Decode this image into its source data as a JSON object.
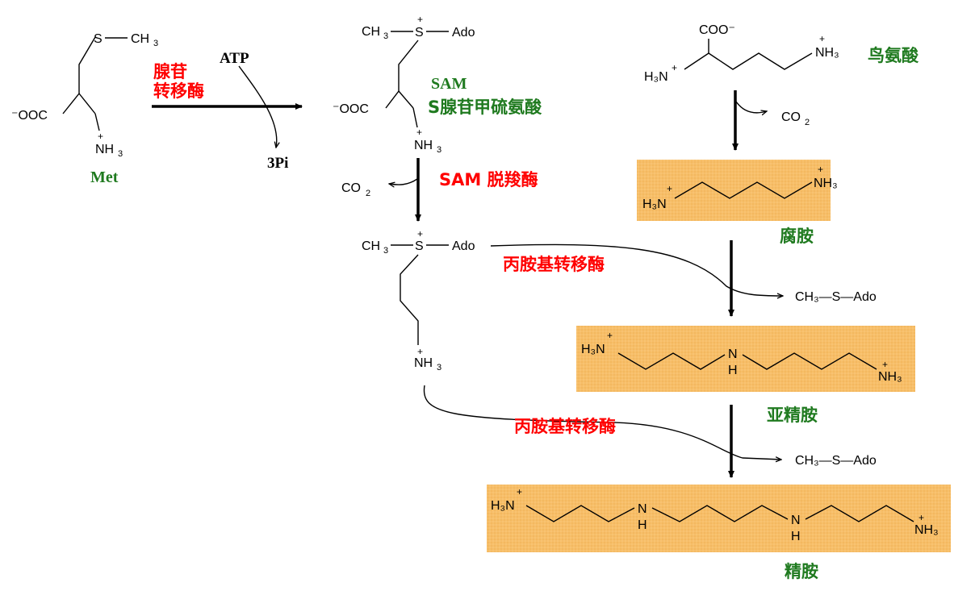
{
  "colors": {
    "enzyme": "#ff0000",
    "compound": "#1f7a1f",
    "box_fill": "#f7be68"
  },
  "met": {
    "label": "Met",
    "s_group": "S",
    "methyl": "CH",
    "methyl_sub": "3",
    "carboxyl": "⁻OOC",
    "amine": "NH",
    "amine_sub": "3",
    "charge": "+"
  },
  "step1": {
    "enzyme_line1": "腺苷",
    "enzyme_line2": "转移酶",
    "atp": "ATP",
    "pi": "3Pi"
  },
  "sam": {
    "methyl": "CH",
    "methyl_sub": "3",
    "s": "S",
    "ado": "Ado",
    "carboxyl": "⁻OOC",
    "amine": "NH",
    "amine_sub": "3",
    "charge": "+",
    "name": "SAM",
    "full_name": "S腺苷甲硫氨酸"
  },
  "step2": {
    "enzyme": "SAM 脱羧酶",
    "co2": "CO",
    "co2_sub": "2"
  },
  "dcsam": {
    "methyl": "CH",
    "methyl_sub": "3",
    "s": "S",
    "ado": "Ado",
    "amine": "NH",
    "amine_sub": "3",
    "charge": "+"
  },
  "transfer1": {
    "enzyme": "丙胺基转移酶",
    "product": "CH₃—S—Ado"
  },
  "transfer2": {
    "enzyme": "丙胺基转移酶",
    "product": "CH₃—S—Ado"
  },
  "ornithine": {
    "name": "鸟氨酸",
    "coo": "COO⁻",
    "amine_left": "H₃N",
    "amine_right": "NH₃",
    "charge": "+"
  },
  "ornithine_step": {
    "co2": "CO",
    "co2_sub": "2"
  },
  "putrescine": {
    "name": "腐胺",
    "left": "H₃N",
    "right": "NH₃",
    "charge": "+"
  },
  "spermidine": {
    "name": "亚精胺",
    "left": "H₃N",
    "right": "NH₃",
    "nh_n": "N",
    "nh_h": "H",
    "charge": "+"
  },
  "spermine": {
    "name": "精胺",
    "left": "H₃N",
    "right": "NH₃",
    "nh_n": "N",
    "nh_h": "H",
    "charge": "+"
  }
}
